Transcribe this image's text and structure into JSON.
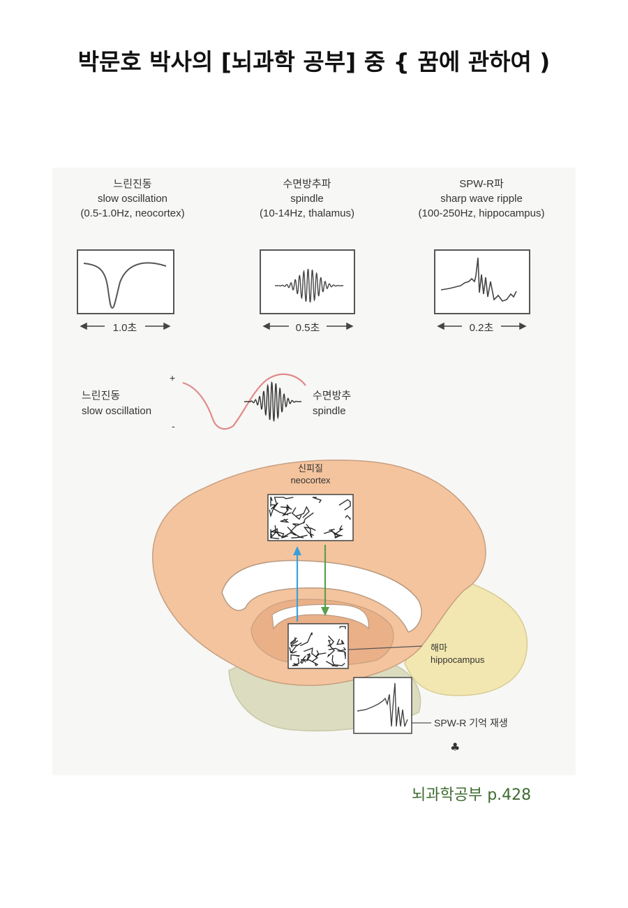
{
  "title": "박문호 박사의 [뇌과학 공부] 중 { 꿈에 관하여 )",
  "oscillations": [
    {
      "korean": "느린진동",
      "english": "slow oscillation",
      "detail": "(0.5-1.0Hz, neocortex)",
      "duration": "1.0초"
    },
    {
      "korean": "수면방추파",
      "english": "spindle",
      "detail": "(10-14Hz, thalamus)",
      "duration": "0.5초"
    },
    {
      "korean": "SPW-R파",
      "english": "sharp wave ripple",
      "detail": "(100-250Hz, hippocampus)",
      "duration": "0.2초"
    }
  ],
  "coupling": {
    "left_korean": "느린진동",
    "left_english": "slow oscillation",
    "right_korean": "수면방추",
    "right_english": "spindle",
    "plus": "+",
    "minus": "-"
  },
  "brain": {
    "neocortex_korean": "신피질",
    "neocortex_english": "neocortex",
    "hippocampus_korean": "해마",
    "hippocampus_english": "hippocampus",
    "replay": "SPW-R 기억 재생"
  },
  "colors": {
    "cortex": "#f4c49e",
    "cortex_edge": "#c79f80",
    "hippo_region": "#f2e7b0",
    "brainstem": "#dcdcc0",
    "up_arrow": "#3aa0dc",
    "down_arrow": "#5aa04a",
    "curve": "#e08a8a",
    "source_text": "#3d6b2f"
  },
  "source": "뇌과학공부  p.428"
}
